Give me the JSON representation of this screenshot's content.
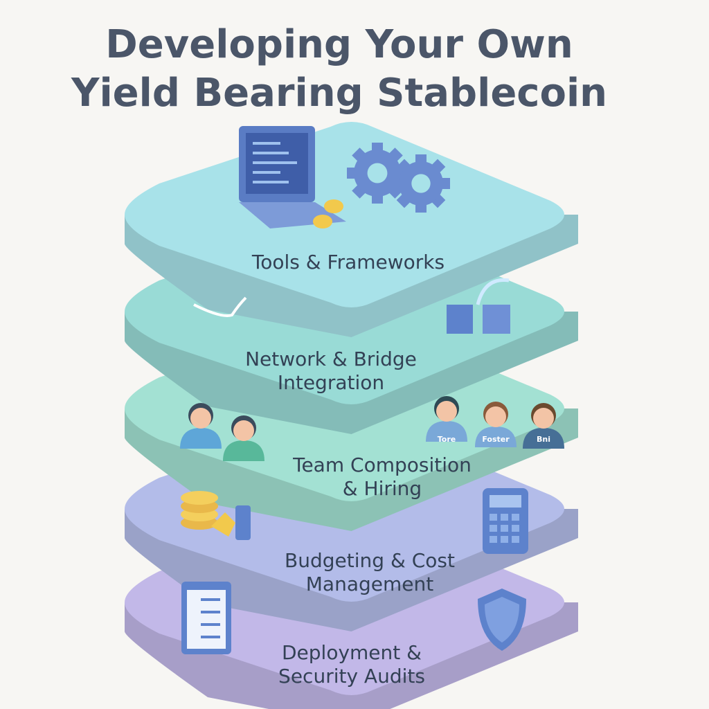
{
  "title": {
    "line1": "Developing Your Own",
    "line2": "Yield Bearing Stablecoin"
  },
  "layers": [
    {
      "label1": "Tools & Frameworks",
      "label2": "",
      "color": "#a8e2e9",
      "icon": "laptop-gears-icon"
    },
    {
      "label1": "Network & Bridge",
      "label2": "Integration",
      "color": "#99dbd6",
      "icon": "bridge-blocks-icon"
    },
    {
      "label1": "Team Composition",
      "label2": "& Hiring",
      "color": "#a3e1d3",
      "icon": "people-icon"
    },
    {
      "label1": "Budgeting & Cost",
      "label2": "Management",
      "color": "#b3bce9",
      "icon": "coins-calculator-icon"
    },
    {
      "label1": "Deployment &",
      "label2": "Security Audits",
      "color": "#c2b8e8",
      "icon": "checklist-shield-icon"
    }
  ],
  "team_badges": [
    "Tore",
    "Foster",
    "Bni"
  ]
}
